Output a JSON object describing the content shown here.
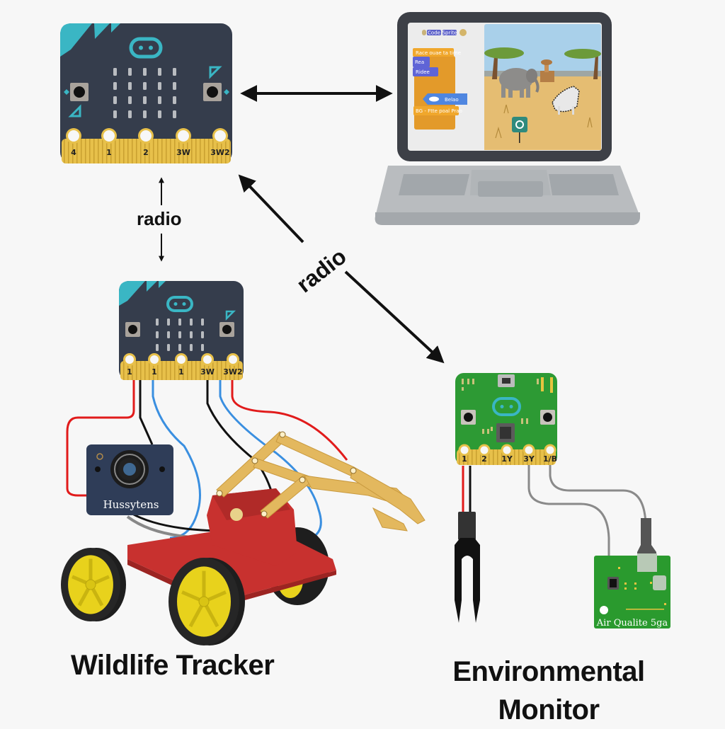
{
  "diagram": {
    "links": [
      {
        "from": "hub-microbit",
        "to": "laptop",
        "direction": "bidirectional",
        "label": ""
      },
      {
        "from": "hub-microbit",
        "to": "wildlife-microbit",
        "direction": "bidirectional",
        "label": "radio"
      },
      {
        "from": "hub-microbit",
        "to": "environmental-board",
        "direction": "bidirectional",
        "label": "radio"
      }
    ],
    "labels": {
      "radio_vertical": "radio",
      "radio_diagonal": "radio"
    },
    "hub_board": {
      "pins": [
        "4",
        "1",
        "2",
        "3W",
        "3W2"
      ]
    },
    "wildlife_board": {
      "pins": [
        "1",
        "1",
        "1",
        "3W",
        "3W2"
      ]
    },
    "env_board": {
      "pins": [
        "1",
        "2",
        "1Y",
        "3Y",
        "1/B"
      ]
    },
    "camera": {
      "brand": "Hussytens"
    },
    "air_sensor": {
      "label": "Air Qualite 5ga"
    },
    "laptop": {
      "code_blocks": [
        "Race ouae ta time",
        "Rea",
        "Ridee",
        "Belao",
        "BG - Ftte poal Prao"
      ],
      "top_buttons": [
        "Code",
        "Sprite"
      ]
    },
    "titles": {
      "wildlife": "Wildlife Tracker",
      "environmental_line1": "Environmental",
      "environmental_line2": "Monitor"
    },
    "colors": {
      "board_dark": "#353d4c",
      "accent_teal": "#3ab6c4",
      "pin_gold": "#e7c04a",
      "pcb_green": "#2d9a34",
      "robot_red": "#c8312f",
      "wheel_yellow": "#e8d21c",
      "arm_tan": "#e3b85e",
      "wire_red": "#e11b1b",
      "wire_blue": "#3a8fe0",
      "wire_black": "#111111",
      "wire_gray": "#8a8a8a"
    }
  }
}
